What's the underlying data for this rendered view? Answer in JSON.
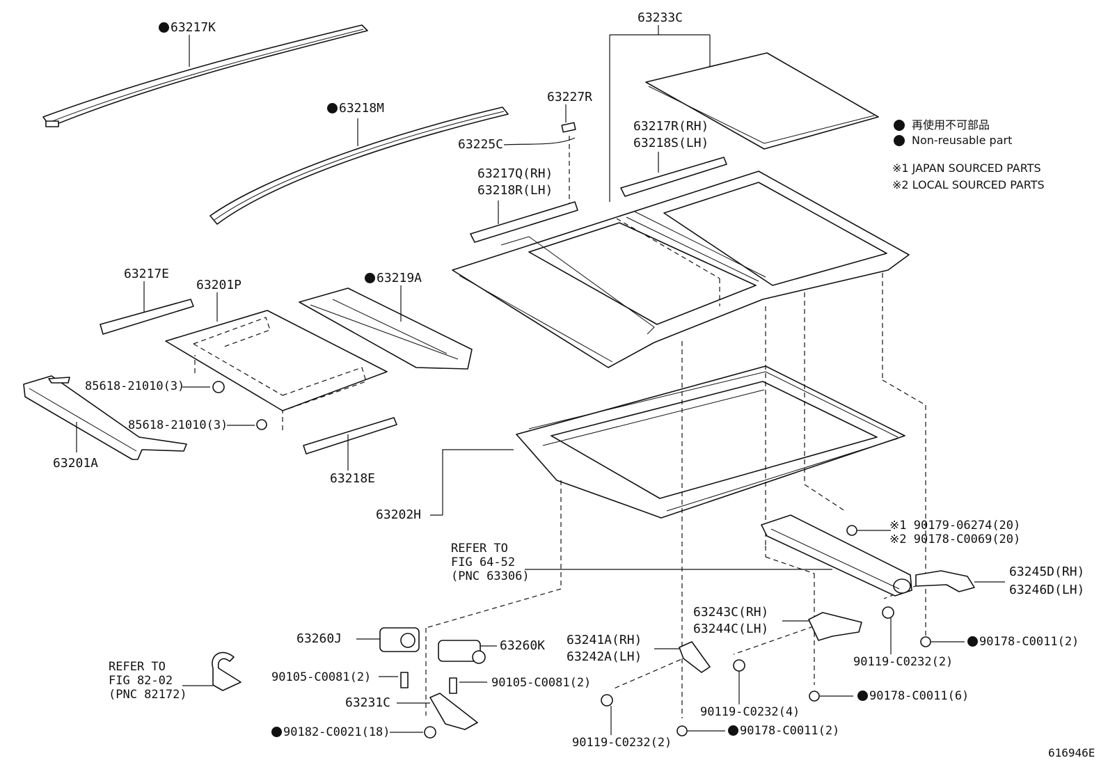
{
  "callouts": [
    {
      "id": "63217K",
      "dot": true
    },
    {
      "id": "63218M",
      "dot": true
    },
    {
      "id": "63227R",
      "dot": false
    },
    {
      "id": "63225C",
      "dot": false
    },
    {
      "id": "63233C",
      "dot": false
    },
    {
      "id": "63217R(RH)",
      "dot": false
    },
    {
      "id": "63218S(LH)",
      "dot": false
    },
    {
      "id": "63217Q(RH)",
      "dot": false
    },
    {
      "id": "63218R(LH)",
      "dot": false
    },
    {
      "id": "63217E",
      "dot": false
    },
    {
      "id": "63201P",
      "dot": false
    },
    {
      "id": "63219A",
      "dot": true
    },
    {
      "id": "85618-21010(3)",
      "dot": false
    },
    {
      "id": "85618-21010(3)",
      "dot": false
    },
    {
      "id": "63201A",
      "dot": false
    },
    {
      "id": "63218E",
      "dot": false
    },
    {
      "id": "63202H",
      "dot": false
    },
    {
      "id": "90179-06274(20)",
      "dot": false
    },
    {
      "id": "90178-C0069(20)",
      "dot": false
    },
    {
      "id": "63245D(RH)",
      "dot": false
    },
    {
      "id": "63246D(LH)",
      "dot": false
    },
    {
      "id": "63243C(RH)",
      "dot": false
    },
    {
      "id": "63244C(LH)",
      "dot": false
    },
    {
      "id": "63241A(RH)",
      "dot": false
    },
    {
      "id": "63242A(LH)",
      "dot": false
    },
    {
      "id": "63260J",
      "dot": false
    },
    {
      "id": "63260K",
      "dot": false
    },
    {
      "id": "90105-C0081(2)",
      "dot": false
    },
    {
      "id": "90105-C0081(2)",
      "dot": false
    },
    {
      "id": "63231C",
      "dot": false
    },
    {
      "id": "90182-C0021(18)",
      "dot": true
    },
    {
      "id": "90119-C0232(2)",
      "dot": false
    },
    {
      "id": "90178-C0011(2)",
      "dot": true
    },
    {
      "id": "90119-C0232(4)",
      "dot": false
    },
    {
      "id": "90178-C0011(6)",
      "dot": true
    },
    {
      "id": "90119-C0232(2)",
      "dot": false
    },
    {
      "id": "90178-C0011(2)",
      "dot": true
    }
  ],
  "notes": {
    "mark1": "※1",
    "mark2": "※2"
  },
  "legend": {
    "jp": "再使用不可部品",
    "en": "Non-reusable part",
    "note1": "※1 JAPAN SOURCED PARTS",
    "note2": "※2 LOCAL SOURCED PARTS"
  },
  "refs": [
    {
      "line1": "REFER TO",
      "line2": "FIG 64-52",
      "line3": "(PNC 63306)"
    },
    {
      "line1": "REFER TO",
      "line2": "FIG 82-02",
      "line3": "(PNC 82172)"
    }
  ],
  "figure_number": "616946E"
}
